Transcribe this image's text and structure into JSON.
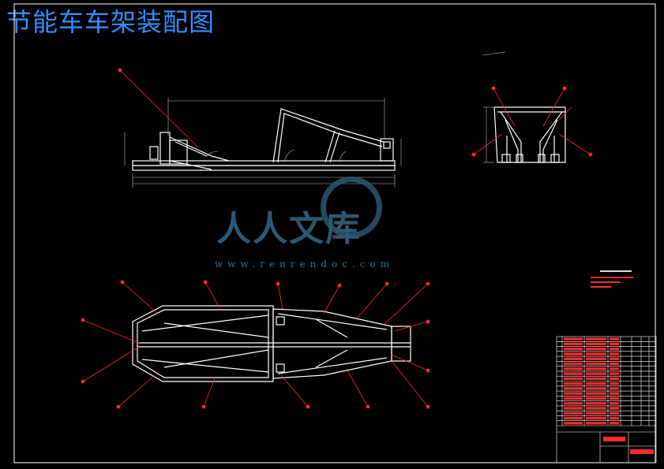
{
  "title": "节能车车架装配图",
  "watermark": {
    "brand": "人人文库",
    "url": "www.renrendoc.com"
  },
  "colors": {
    "frame": "#ffffff",
    "title": "#2f8fff",
    "balloon": "#ff2a2a",
    "dimension": "#cccccc",
    "watermark": "#2d5872"
  }
}
